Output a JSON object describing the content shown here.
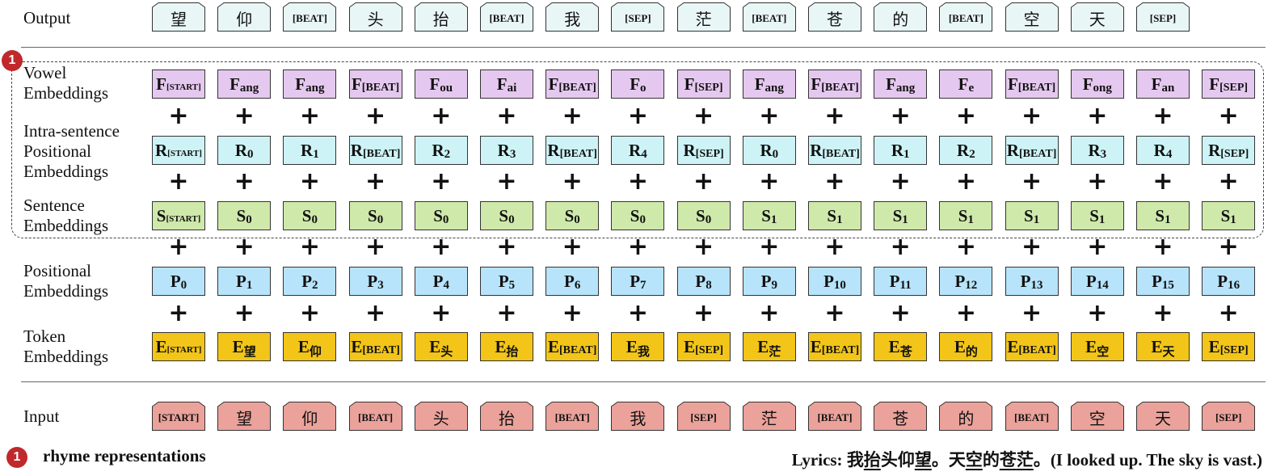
{
  "labels": {
    "output": "Output",
    "vowel": [
      "Vowel",
      "Embeddings"
    ],
    "intra": [
      "Intra-sentence",
      "Positional",
      "Embeddings"
    ],
    "sentence": [
      "Sentence",
      "Embeddings"
    ],
    "positional": [
      "Positional",
      "Embeddings"
    ],
    "token": [
      "Token",
      "Embeddings"
    ],
    "input": "Input"
  },
  "output_tokens": [
    "望",
    "仰",
    "[BEAT]",
    "头",
    "抬",
    "[BEAT]",
    "我",
    "[SEP]",
    "茫",
    "[BEAT]",
    "苍",
    "的",
    "[BEAT]",
    "空",
    "天",
    "[SEP]"
  ],
  "input_tokens": [
    "[START]",
    "望",
    "仰",
    "[BEAT]",
    "头",
    "抬",
    "[BEAT]",
    "我",
    "[SEP]",
    "茫",
    "[BEAT]",
    "苍",
    "的",
    "[BEAT]",
    "空",
    "天",
    "[SEP]"
  ],
  "vowel_embeddings": {
    "symbol": "F",
    "subs": [
      "[START]",
      "ang",
      "ang",
      "[BEAT]",
      "ou",
      "ai",
      "[BEAT]",
      "o",
      "[SEP]",
      "ang",
      "[BEAT]",
      "ang",
      "e",
      "[BEAT]",
      "ong",
      "an",
      "[SEP]"
    ]
  },
  "intra_positional_embeddings": {
    "symbol": "R",
    "subs": [
      "[START]",
      "0",
      "1",
      "[BEAT]",
      "2",
      "3",
      "[BEAT]",
      "4",
      "[SEP]",
      "0",
      "[BEAT]",
      "1",
      "2",
      "[BEAT]",
      "3",
      "4",
      "[SEP]"
    ]
  },
  "sentence_embeddings": {
    "symbol": "S",
    "subs": [
      "[START]",
      "0",
      "0",
      "0",
      "0",
      "0",
      "0",
      "0",
      "0",
      "1",
      "1",
      "1",
      "1",
      "1",
      "1",
      "1",
      "1"
    ]
  },
  "positional_embeddings": {
    "symbol": "P",
    "subs": [
      "0",
      "1",
      "2",
      "3",
      "4",
      "5",
      "6",
      "7",
      "8",
      "9",
      "10",
      "11",
      "12",
      "13",
      "14",
      "15",
      "16"
    ]
  },
  "token_embeddings": {
    "symbol": "E",
    "subs": [
      "[START]",
      "望",
      "仰",
      "[BEAT]",
      "头",
      "抬",
      "[BEAT]",
      "我",
      "[SEP]",
      "茫",
      "[BEAT]",
      "苍",
      "的",
      "[BEAT]",
      "空",
      "天",
      "[SEP]"
    ]
  },
  "plus_sign": "+",
  "legend": {
    "badge": "1",
    "text": "rhyme representations"
  },
  "lyrics": {
    "label": "Lyrics: ",
    "parts": [
      {
        "t": "我",
        "u": false
      },
      {
        "t": "抬",
        "u": true
      },
      {
        "t": "头",
        "u": false
      },
      {
        "t": "仰",
        "u": false
      },
      {
        "t": "望",
        "u": true
      },
      {
        "t": "。",
        "u": false
      },
      {
        "t": "天",
        "u": false
      },
      {
        "t": "空",
        "u": true
      },
      {
        "t": "的",
        "u": false
      },
      {
        "t": "苍",
        "u": true
      },
      {
        "t": "茫",
        "u": true
      },
      {
        "t": "。",
        "u": false
      }
    ],
    "translation": "(I looked up. The sky is vast.)"
  },
  "colors": {
    "vowel": "#e5c8ef",
    "intra": "#cdf3f6",
    "sentence": "#cfe9ab",
    "positional": "#b7e4fb",
    "token": "#f2c518",
    "output": "#e9f6f6",
    "input": "#eba29b",
    "badge": "#c0282b"
  }
}
